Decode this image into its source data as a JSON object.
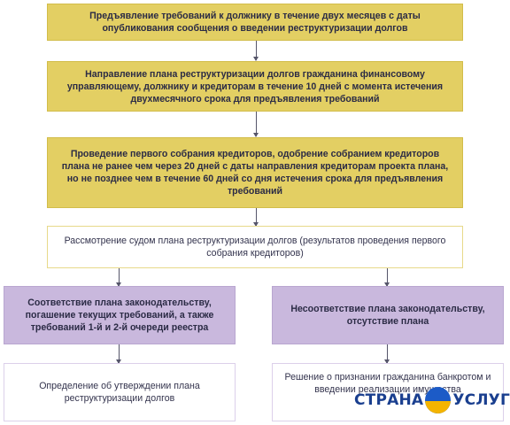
{
  "steps": {
    "s1": "Предъявление требований к должнику в течение двух месяцев с даты опубликования сообщения о введении реструктуризации долгов",
    "s2": "Направление плана реструктуризации долгов гражданина финансовому управляющему, должнику и кредиторам в течение 10 дней с момента истечения двухмесячного срока для предъявления требований",
    "s3": "Проведение первого собрания кредиторов, одобрение собранием кредиторов плана не ранее чем через 20 дней с даты направления кредиторам проекта плана, но не позднее чем в течение 60 дней со дня истечения срока для предъявления требований",
    "s4": "Рассмотрение судом плана реструктуризации долгов (результатов проведения первого собрания кредиторов)",
    "left_condition": "Соответствие плана законодательству, погашение текущих требований, а также требований 1-й и 2-й очереди реестра",
    "right_condition": "Несоответствие плана законодательству, отсутствие плана",
    "left_result": "Определение об утверждении плана реструктуризации долгов",
    "right_result": "Решение о признании гражданина банкротом и введении реализации имущества"
  },
  "watermark": {
    "left": "СТРАНА",
    "right": "УСЛУГ"
  },
  "colors": {
    "yellow": "#e3cf63",
    "purple": "#c9b8dd",
    "arrow": "#55556a"
  }
}
